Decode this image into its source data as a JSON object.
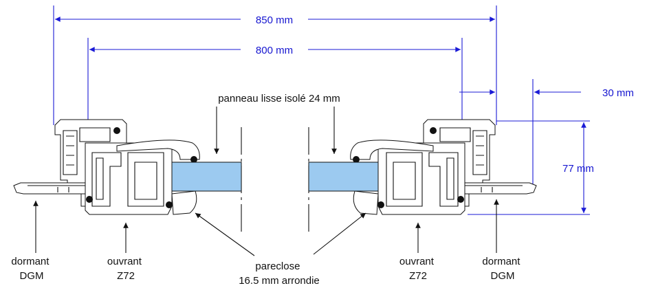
{
  "dimensions": {
    "overall": "850 mm",
    "inner": "800 mm",
    "offset": "30 mm",
    "height": "77 mm"
  },
  "panel": {
    "label": "panneau lisse isolé  24 mm"
  },
  "callouts": {
    "dormant_left": {
      "line1": "dormant",
      "line2": "DGM"
    },
    "ouvrant_left": {
      "line1": "ouvrant",
      "line2": "Z72"
    },
    "pareclose": {
      "line1": "pareclose",
      "line2": "16.5 mm  arrondie"
    },
    "ouvrant_right": {
      "line1": "ouvrant",
      "line2": "Z72"
    },
    "dormant_right": {
      "line1": "dormant",
      "line2": "DGM"
    }
  },
  "colors": {
    "dimension_lines": "#1a1ad6",
    "glazing_panel": "#9ccaf0",
    "outline": "#111111"
  }
}
